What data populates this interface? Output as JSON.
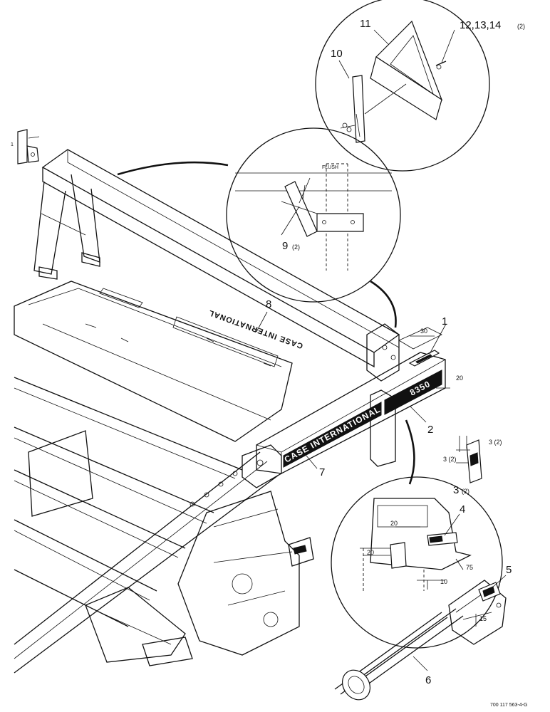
{
  "callouts": {
    "c1": "1",
    "c2": "2",
    "c3": "3",
    "c3_qty": "(2)",
    "c4": "4",
    "c5": "5",
    "c6": "6",
    "c7": "7",
    "c8": "8",
    "c9": "9",
    "c9_qty": "(2)",
    "c10": "10",
    "c11": "11",
    "c12_14": "12,13,14",
    "c12_14_qty": "(2)"
  },
  "labels": {
    "flush": "FLUSH",
    "decal_brand": "CASE INTERNATIONAL",
    "decal_model": "8350",
    "drawing_number": "700 117 563-4-G"
  },
  "dimensions": {
    "d30": "30",
    "d20_right": "20",
    "d3a": "3 (2)",
    "d3b": "3 (2)",
    "d20_inset_top": "20",
    "d20_inset_left": "20",
    "d75": "75",
    "d10": "10",
    "d15": "15"
  }
}
